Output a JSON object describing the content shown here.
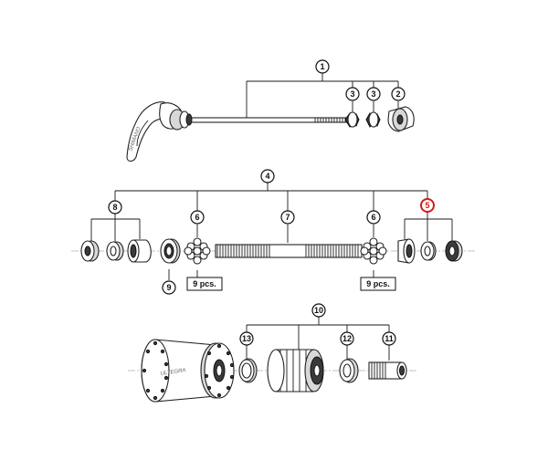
{
  "callouts": {
    "c1": "1",
    "c2": "2",
    "c3a": "3",
    "c3b": "3",
    "c4": "4",
    "c5": "5",
    "c6a": "6",
    "c6b": "6",
    "c7": "7",
    "c8": "8",
    "c9": "9",
    "c10": "10",
    "c11": "11",
    "c12": "12",
    "c13": "13"
  },
  "quantity_labels": {
    "left": "9 pcs.",
    "right": "9 pcs."
  },
  "brand_text": "ULTEGRA",
  "highlight_color": "#d21a1a"
}
